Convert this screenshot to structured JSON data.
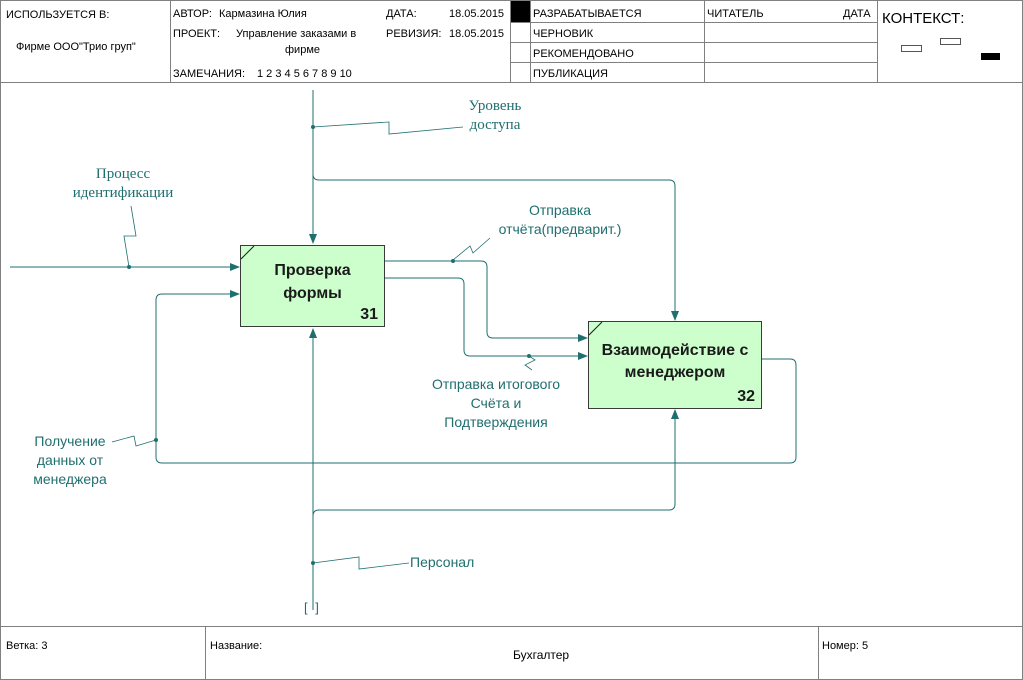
{
  "header": {
    "used_in_label": "ИСПОЛЬЗУЕТСЯ В:",
    "used_in_value": "Фирме ООО\"Трио груп\"",
    "author_label": "АВТОР:",
    "author_value": "Кармазина Юлия",
    "date_label": "ДАТА:",
    "date_value": "18.05.2015",
    "project_label": "ПРОЕКТ:",
    "project_value_line1": "Управление заказами в",
    "project_value_line2": "фирме",
    "revision_label": "РЕВИЗИЯ:",
    "revision_value": "18.05.2015",
    "notes_label": "ЗАМЕЧАНИЯ:",
    "notes_value": "1 2 3 4 5 6 7 8 9 10",
    "status_rows": [
      {
        "label": "РАЗРАБАТЫВАЕТСЯ",
        "checked": true
      },
      {
        "label": "ЧЕРНОВИК",
        "checked": false
      },
      {
        "label": "РЕКОМЕНДОВАНО",
        "checked": false
      },
      {
        "label": "ПУБЛИКАЦИЯ",
        "checked": false
      }
    ],
    "reader_label": "ЧИТАТЕЛЬ",
    "reader_date_label": "ДАТА",
    "context_label": "КОНТЕКСТ:"
  },
  "diagram": {
    "boxes": [
      {
        "title_line1": "Проверка",
        "title_line2": "формы",
        "number": "31"
      },
      {
        "title_line1": "Взаимодействие с",
        "title_line2": "менеджером",
        "number": "32"
      }
    ],
    "arrows": {
      "access_level": {
        "line1": "Уровень",
        "line2": "доступа"
      },
      "identification": {
        "line1": "Процесс",
        "line2": "идентификации"
      },
      "report_prelim": {
        "line1": "Отправка",
        "line2": "отчёта(предварит.)"
      },
      "final_invoice": {
        "line1": "Отправка итогового",
        "line2": "Счёта и",
        "line3": "Подтверждения"
      },
      "manager_data": {
        "line1": "Получение",
        "line2": "данных от",
        "line3": "менеджера"
      },
      "personnel": {
        "line1": "Персонал"
      }
    },
    "tunnel_marker": "[ ]",
    "colors": {
      "arrow": "#1f6f6f",
      "box_fill": "#ccffcc",
      "label": "#1f6f6f"
    }
  },
  "footer": {
    "node_label": "Ветка:",
    "node_value": "3",
    "title_label": "Название:",
    "title_value": "Бухгалтер",
    "number_label": "Номер:",
    "number_value": "5"
  }
}
